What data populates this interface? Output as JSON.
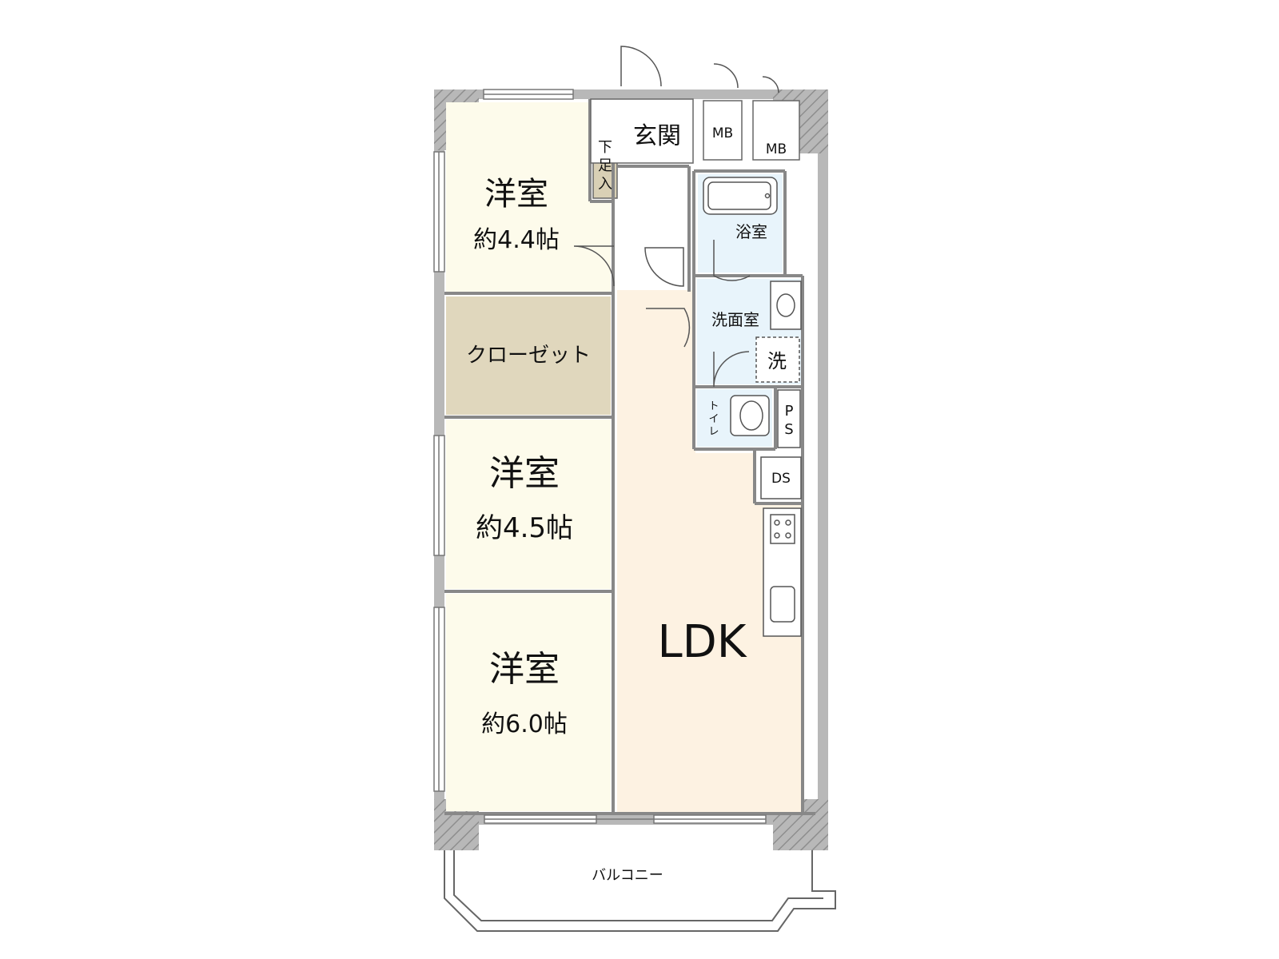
{
  "rooms": {
    "western1": {
      "name": "洋室",
      "size": "約4.4帖"
    },
    "western2": {
      "name": "洋室",
      "size": "約4.5帖"
    },
    "western3": {
      "name": "洋室",
      "size": "約6.0帖"
    },
    "closet": "クローゼット",
    "genkan": "玄関",
    "shoe_storage": [
      "下",
      "足",
      "入"
    ],
    "bath": "浴室",
    "washroom": "洗面室",
    "laundry": "洗",
    "toilet": [
      "ト",
      "イ",
      "レ"
    ],
    "ps": [
      "P",
      "S"
    ],
    "ds": "DS",
    "mb1": "MB",
    "mb2": "MB",
    "ldk": "LDK",
    "balcony": "バルコニー"
  },
  "colors": {
    "western": "#fdfbeb",
    "closet": "#e0d7bd",
    "ldk": "#fdf2e2",
    "wet": "#e8f4fb",
    "wall": "#b8b8b8",
    "shoe": "#d9d0b5"
  }
}
